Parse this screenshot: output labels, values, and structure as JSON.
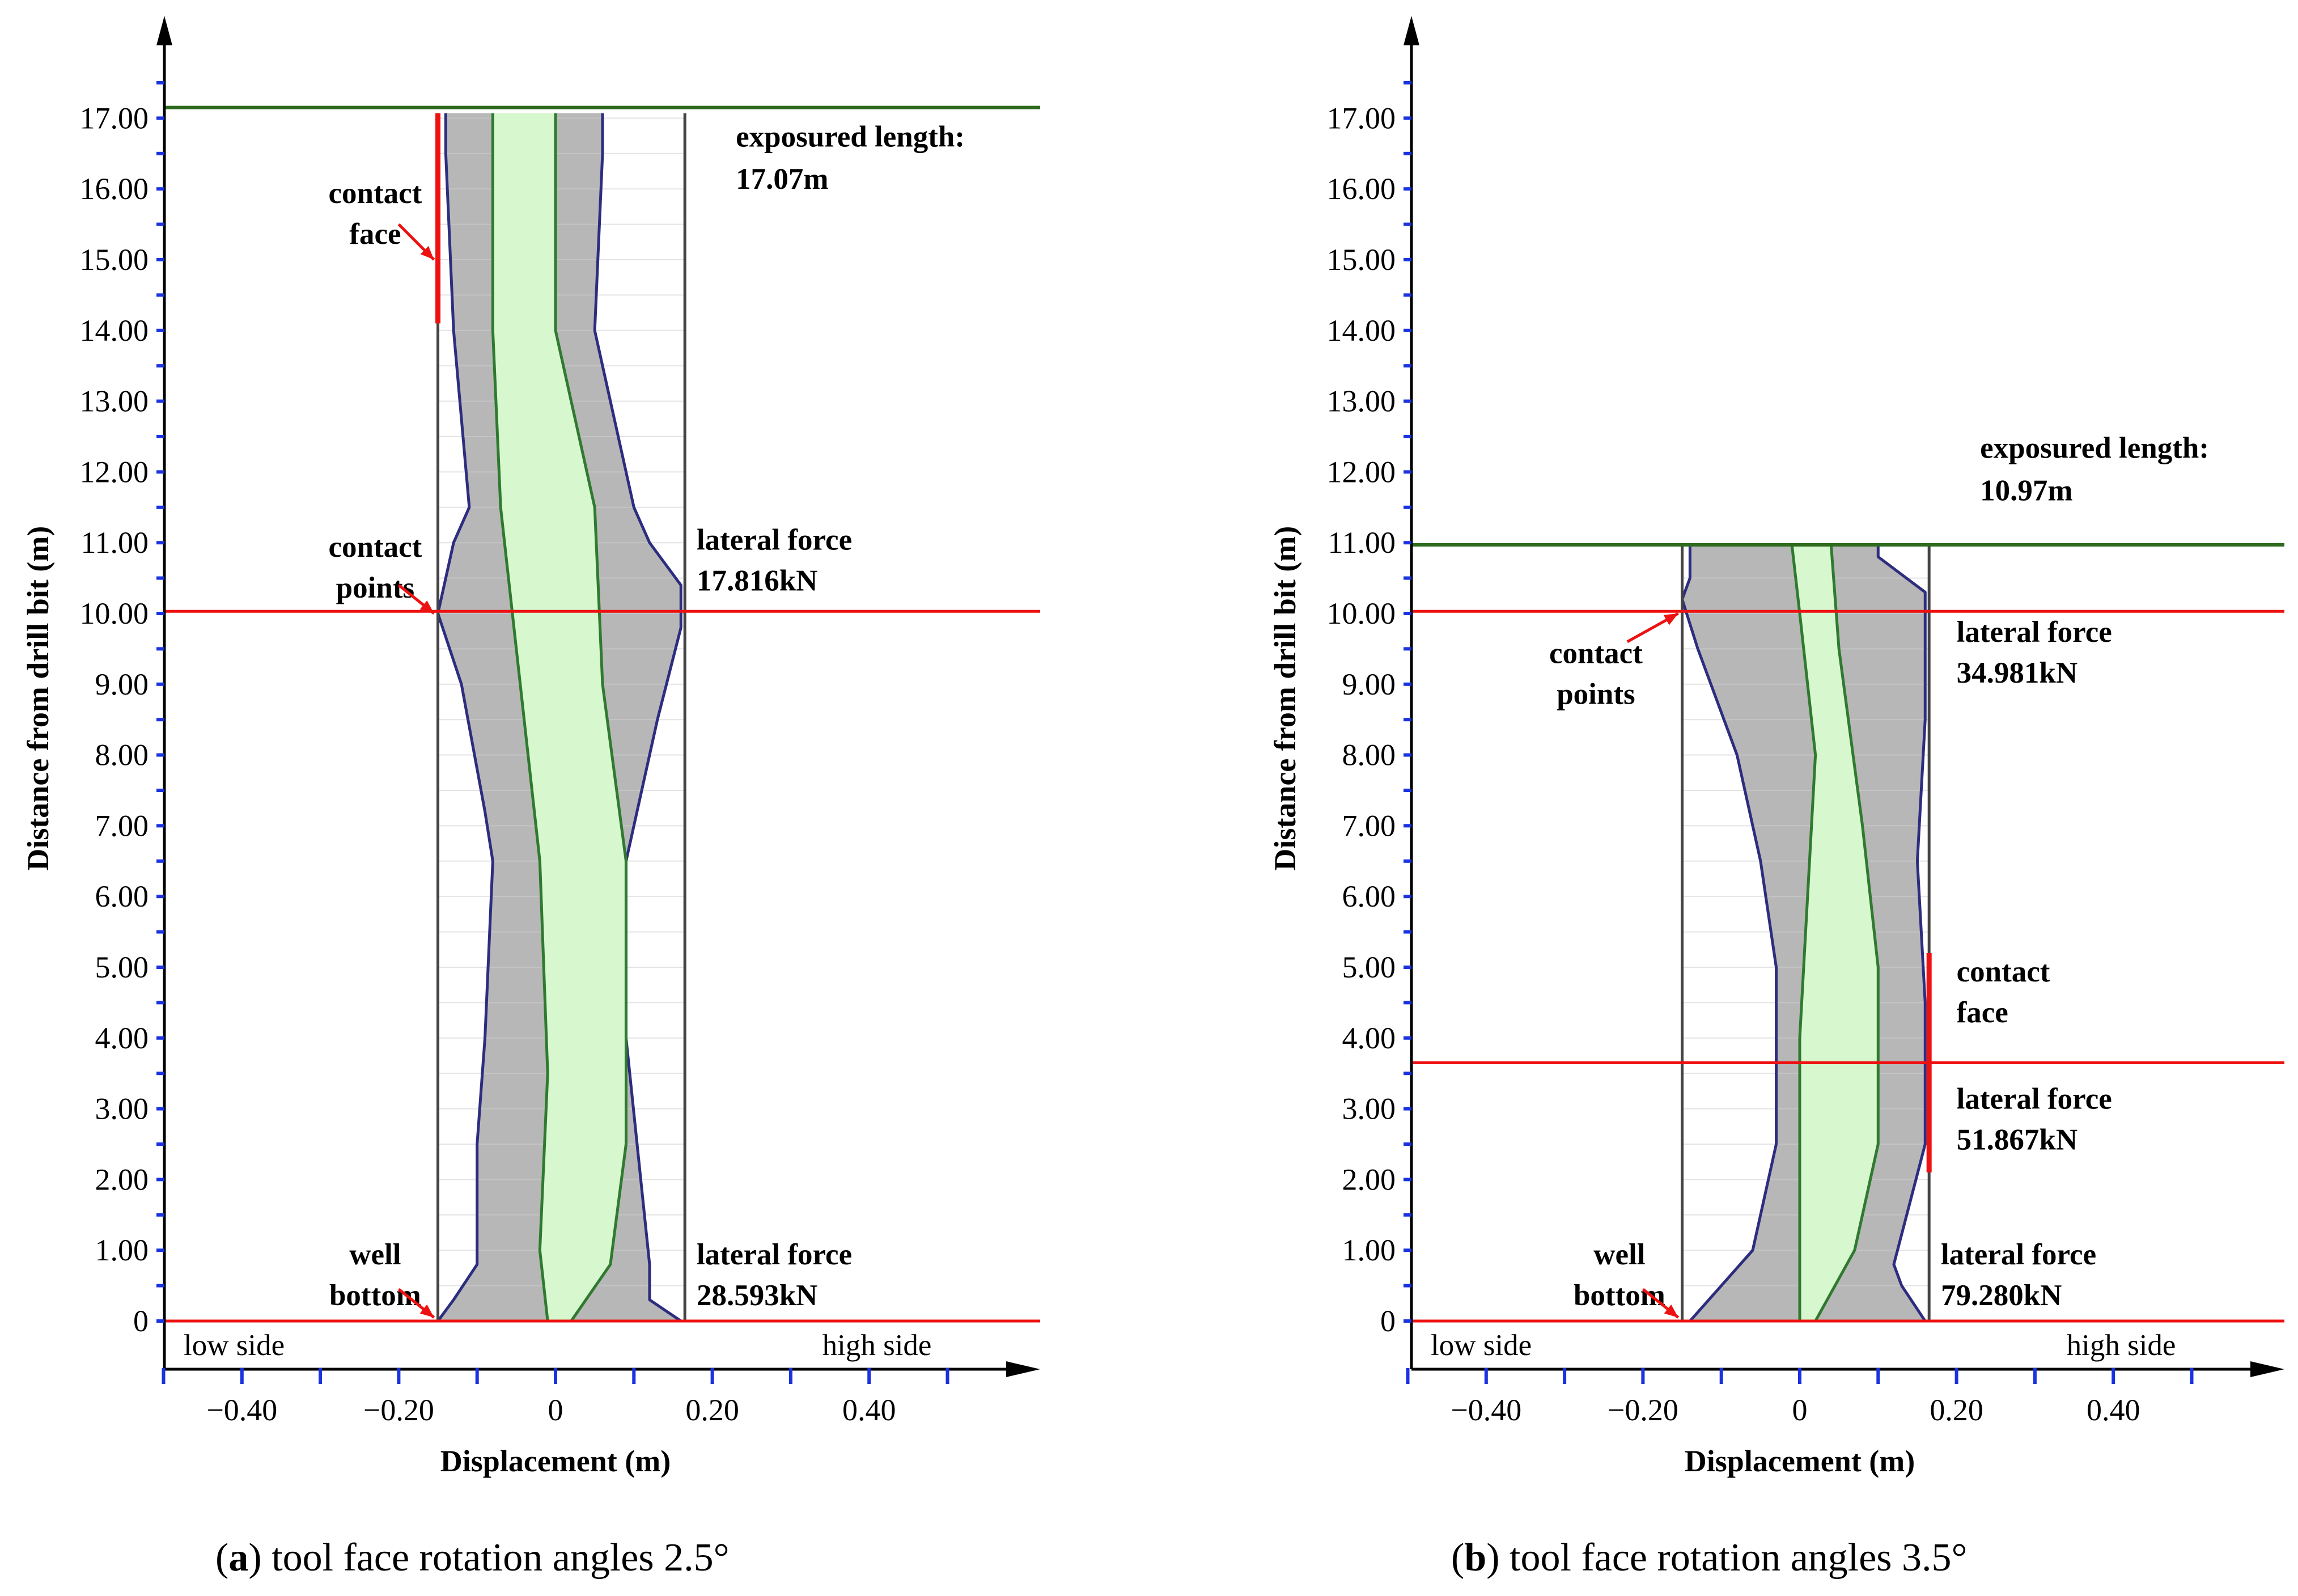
{
  "chart_data": [
    {
      "type": "line",
      "panel": "a",
      "caption": {
        "open": "(",
        "letter": "a",
        "text": ") tool face rotation angles 2.5°"
      },
      "xlabel": "Displacement (m)",
      "ylabel": "Distance from drill bit (m)",
      "xlim": [
        -0.5,
        0.6
      ],
      "ylim": [
        0,
        17.5
      ],
      "x_ticks": [
        -0.4,
        -0.2,
        0,
        0.2,
        0.4
      ],
      "x_tick_labels": [
        "−0.40",
        "−0.20",
        "0",
        "0.20",
        "0.40"
      ],
      "y_ticks": [
        0,
        1,
        2,
        3,
        4,
        5,
        6,
        7,
        8,
        9,
        10,
        11,
        12,
        13,
        14,
        15,
        16,
        17
      ],
      "y_tick_labels": [
        "0",
        "1.00",
        "2.00",
        "3.00",
        "4.00",
        "5.00",
        "6.00",
        "7.00",
        "8.00",
        "9.00",
        "10.00",
        "11.00",
        "12.00",
        "13.00",
        "14.00",
        "15.00",
        "16.00",
        "17.00"
      ],
      "borehole_wall": [
        -0.15,
        0.165
      ],
      "low_side_label": "low side",
      "high_side_label": "high side",
      "exposed_length": 17.07,
      "exposed_label": [
        "exposured length:",
        "17.07m"
      ],
      "series": [
        {
          "role": "pipe-left-edge",
          "x": [
            -0.15,
            -0.13,
            -0.1,
            -0.1,
            -0.09,
            -0.08,
            -0.09,
            -0.12,
            -0.15,
            -0.14,
            -0.13,
            -0.11,
            -0.13,
            -0.14,
            -0.14
          ],
          "y": [
            0,
            0.3,
            0.8,
            2.5,
            4.0,
            6.5,
            7.2,
            9.0,
            10.0,
            10.5,
            11.0,
            11.5,
            14.0,
            16.5,
            17.07
          ]
        },
        {
          "role": "pipe-right-edge",
          "x": [
            0.16,
            0.12,
            0.12,
            0.09,
            0.09,
            0.13,
            0.16,
            0.16,
            0.12,
            0.1,
            0.05,
            0.06,
            0.06
          ],
          "y": [
            0,
            0.3,
            0.8,
            4.0,
            6.5,
            8.5,
            9.8,
            10.4,
            11.0,
            11.5,
            14.0,
            16.5,
            17.07
          ]
        },
        {
          "role": "bore-left-edge",
          "x": [
            -0.01,
            -0.02,
            -0.01,
            -0.02,
            -0.04,
            -0.07,
            -0.08,
            -0.08
          ],
          "y": [
            0,
            1.0,
            3.5,
            6.5,
            8.5,
            11.5,
            14.0,
            17.07
          ]
        },
        {
          "role": "bore-right-edge",
          "x": [
            0.02,
            0.07,
            0.09,
            0.09,
            0.06,
            0.05,
            0.0,
            0.0
          ],
          "y": [
            0,
            0.8,
            2.5,
            6.5,
            9.0,
            11.5,
            14.0,
            17.07
          ]
        }
      ],
      "reference_lines": [
        {
          "axis": "y",
          "value": 0,
          "color": "#ee1111"
        },
        {
          "axis": "y",
          "value": 10.03,
          "color": "#ee1111"
        },
        {
          "axis": "y",
          "value": 17.15,
          "color": "#2e6b1f"
        }
      ],
      "contact_face_segment": {
        "x": -0.15,
        "y": [
          14.1,
          17.07
        ]
      },
      "annotations": [
        {
          "name": "contact-face-label",
          "lines": [
            "contact",
            "face"
          ],
          "anchor_x": -0.23,
          "anchor_y": 15.8
        },
        {
          "name": "contact-points-label",
          "lines": [
            "contact",
            "points"
          ],
          "anchor_x": -0.23,
          "anchor_y": 10.8
        },
        {
          "name": "well-bottom-label",
          "lines": [
            "well",
            "bottom"
          ],
          "anchor_x": -0.23,
          "anchor_y": 0.8
        },
        {
          "name": "lateral-force-upper-label",
          "lines": [
            "lateral force",
            "17.816kN"
          ],
          "anchor_x": 0.18,
          "anchor_y": 10.9
        },
        {
          "name": "lateral-force-lower-label",
          "lines": [
            "lateral force",
            "28.593kN"
          ],
          "anchor_x": 0.18,
          "anchor_y": 0.8
        }
      ],
      "lateral_forces_kN": [
        17.816,
        28.593
      ]
    },
    {
      "type": "line",
      "panel": "b",
      "caption": {
        "open": "(",
        "letter": "b",
        "text": ") tool face rotation angles 3.5°"
      },
      "xlabel": "Displacement (m)",
      "ylabel": "Distance from drill bit (m)",
      "xlim": [
        -0.5,
        0.6
      ],
      "ylim": [
        0,
        17.5
      ],
      "x_ticks": [
        -0.4,
        -0.2,
        0,
        0.2,
        0.4
      ],
      "x_tick_labels": [
        "−0.40",
        "−0.20",
        "0",
        "0.20",
        "0.40"
      ],
      "y_ticks": [
        0,
        1,
        2,
        3,
        4,
        5,
        6,
        7,
        8,
        9,
        10,
        11,
        12,
        13,
        14,
        15,
        16,
        17
      ],
      "y_tick_labels": [
        "0",
        "1.00",
        "2.00",
        "3.00",
        "4.00",
        "5.00",
        "6.00",
        "7.00",
        "8.00",
        "9.00",
        "10.00",
        "11.00",
        "12.00",
        "13.00",
        "14.00",
        "15.00",
        "16.00",
        "17.00"
      ],
      "borehole_wall": [
        -0.15,
        0.165
      ],
      "low_side_label": "low side",
      "high_side_label": "high side",
      "exposed_length": 10.97,
      "exposed_label": [
        "exposured length:",
        "10.97m"
      ],
      "series": [
        {
          "role": "pipe-left-edge",
          "x": [
            -0.14,
            -0.1,
            -0.06,
            -0.05,
            -0.03,
            -0.03,
            -0.05,
            -0.08,
            -0.13,
            -0.15,
            -0.14,
            -0.14
          ],
          "y": [
            0,
            0.5,
            1.0,
            1.5,
            2.5,
            5.0,
            6.5,
            8.0,
            9.5,
            10.2,
            10.5,
            10.97
          ]
        },
        {
          "role": "pipe-right-edge",
          "x": [
            0.16,
            0.13,
            0.12,
            0.16,
            0.16,
            0.15,
            0.16,
            0.16,
            0.1,
            0.1
          ],
          "y": [
            0,
            0.5,
            0.8,
            2.5,
            4.5,
            6.5,
            8.5,
            10.3,
            10.8,
            10.97
          ]
        },
        {
          "role": "bore-left-edge",
          "x": [
            0.0,
            0.0,
            0.0,
            0.01,
            0.02,
            0.0,
            -0.01
          ],
          "y": [
            0,
            1.5,
            4.0,
            6.0,
            8.0,
            10.0,
            10.97
          ]
        },
        {
          "role": "bore-right-edge",
          "x": [
            0.02,
            0.07,
            0.1,
            0.1,
            0.08,
            0.05,
            0.04
          ],
          "y": [
            0,
            1.0,
            2.5,
            5.0,
            7.0,
            9.5,
            10.97
          ]
        }
      ],
      "reference_lines": [
        {
          "axis": "y",
          "value": 0,
          "color": "#ee1111"
        },
        {
          "axis": "y",
          "value": 3.65,
          "color": "#ee1111"
        },
        {
          "axis": "y",
          "value": 10.03,
          "color": "#ee1111"
        },
        {
          "axis": "y",
          "value": 10.97,
          "color": "#2e6b1f"
        }
      ],
      "contact_face_segment": {
        "x": 0.165,
        "y": [
          2.1,
          5.2
        ]
      },
      "annotations": [
        {
          "name": "contact-points-label",
          "lines": [
            "contact",
            "points"
          ],
          "anchor_x": -0.26,
          "anchor_y": 9.3
        },
        {
          "name": "well-bottom-label",
          "lines": [
            "well",
            "bottom"
          ],
          "anchor_x": -0.23,
          "anchor_y": 0.8
        },
        {
          "name": "contact-face-label",
          "lines": [
            "contact",
            "face"
          ],
          "anchor_x": 0.2,
          "anchor_y": 4.8
        },
        {
          "name": "lateral-force-upper-label",
          "lines": [
            "lateral force",
            "34.981kN"
          ],
          "anchor_x": 0.2,
          "anchor_y": 9.6
        },
        {
          "name": "lateral-force-middle-label",
          "lines": [
            "lateral force",
            "51.867kN"
          ],
          "anchor_x": 0.2,
          "anchor_y": 3.0
        },
        {
          "name": "lateral-force-lower-label",
          "lines": [
            "lateral force",
            "79.280kN"
          ],
          "anchor_x": 0.18,
          "anchor_y": 0.8
        }
      ],
      "lateral_forces_kN": [
        34.981,
        51.867,
        79.28
      ]
    }
  ],
  "colors": {
    "pipe_fill": "#b7b7b7",
    "bore_fill": "#d7f7cf",
    "pipe_edge": "#2d2d80",
    "bore_edge": "#2f7a2f",
    "contact_red": "#ee1111",
    "exposed_green": "#2e6b1f",
    "tick_blue": "#1a32e0",
    "axis_black": "#000000"
  }
}
